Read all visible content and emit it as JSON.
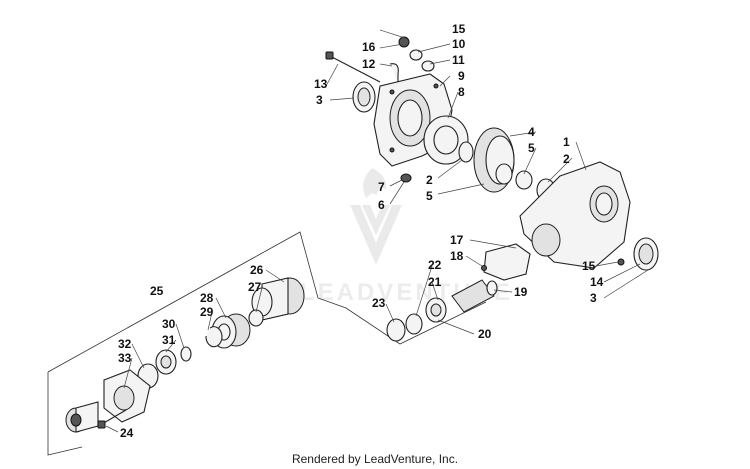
{
  "diagram": {
    "labels": [
      "1",
      "2",
      "2",
      "3",
      "3",
      "4",
      "5",
      "5",
      "6",
      "7",
      "8",
      "9",
      "10",
      "11",
      "12",
      "13",
      "14",
      "15",
      "15",
      "16",
      "17",
      "18",
      "19",
      "20",
      "21",
      "22",
      "23",
      "24",
      "25",
      "26",
      "27",
      "28",
      "29",
      "30",
      "31",
      "32",
      "33"
    ],
    "watermark": "LEADVENTURE"
  },
  "footer": {
    "text": "Rendered by LeadVenture, Inc."
  }
}
